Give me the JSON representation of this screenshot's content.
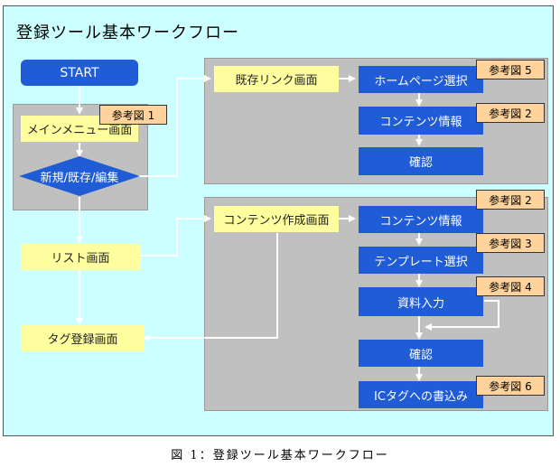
{
  "title": "登録ツール基本ワークフロー",
  "caption": "図 1：登録ツール基本ワークフロー",
  "nodes": {
    "start": "START",
    "main_menu": "メインメニュー画面",
    "decision": "新規/既存/編集",
    "list": "リスト画面",
    "tag_register": "タグ登録画面",
    "existing_link": "既存リンク画面",
    "homepage_select": "ホームページ選択",
    "contents_info_1": "コンテンツ情報",
    "confirm_1": "確認",
    "contents_create": "コンテンツ作成画面",
    "contents_info_2": "コンテンツ情報",
    "template_select": "テンプレート選択",
    "material_input": "資料入力",
    "confirm_2": "確認",
    "ic_tag_write": "ICタグへの書込み"
  },
  "refs": {
    "ref_main_menu": "参考図 1",
    "ref_homepage": "参考図 5",
    "ref_contents_1": "参考図 2",
    "ref_contents_2": "参考図 2",
    "ref_template": "参考図 3",
    "ref_material": "参考図 4",
    "ref_ic_tag": "参考図 6"
  },
  "colors": {
    "background": "#ccffff",
    "panel": "#c0c0c0",
    "blue_box": "#1f5cd6",
    "yellow_box": "#ffffa0",
    "ref_box": "#ffd39b",
    "connector": "#ffffff"
  }
}
